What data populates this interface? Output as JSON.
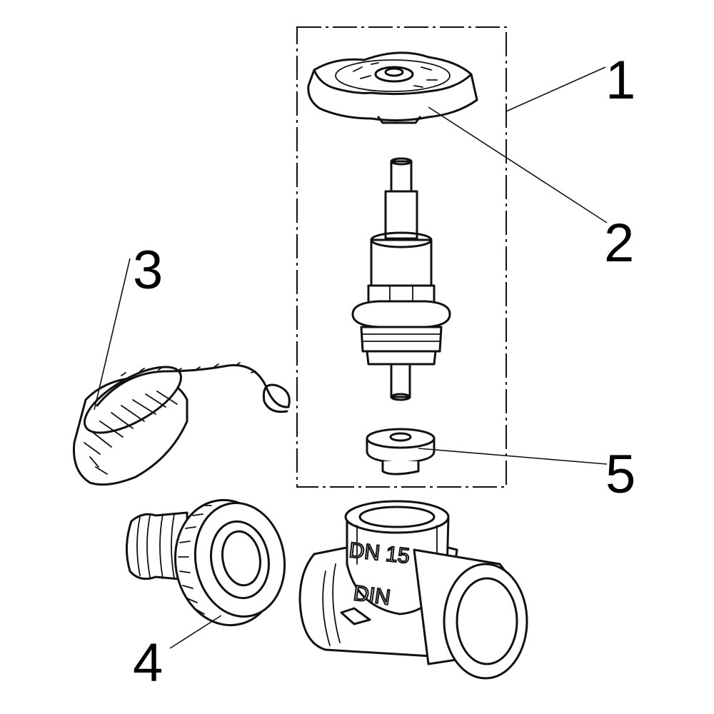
{
  "callouts": [
    "1",
    "2",
    "3",
    "4",
    "5"
  ],
  "embossing": {
    "size_mark": "DN 15",
    "standard_mark": "DIN"
  }
}
